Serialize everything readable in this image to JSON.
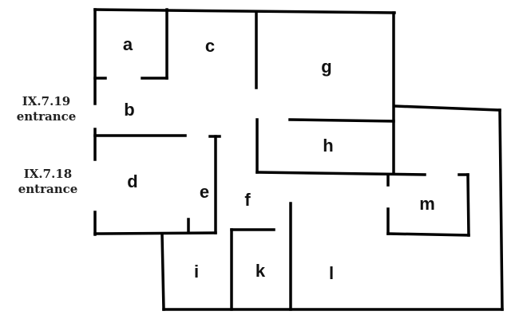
{
  "diagram": {
    "type": "floor-plan",
    "wall_color": "#000000",
    "background": "#ffffff"
  },
  "entrances": [
    {
      "id": "IX.7.19",
      "line1": "IX.7.19",
      "line2": "entrance"
    },
    {
      "id": "IX.7.18",
      "line1": "IX.7.18",
      "line2": "entrance"
    }
  ],
  "rooms": {
    "a": "a",
    "b": "b",
    "c": "c",
    "d": "d",
    "e": "e",
    "f": "f",
    "g": "g",
    "h": "h",
    "i": "i",
    "k": "k",
    "l": "l",
    "m": "m"
  }
}
